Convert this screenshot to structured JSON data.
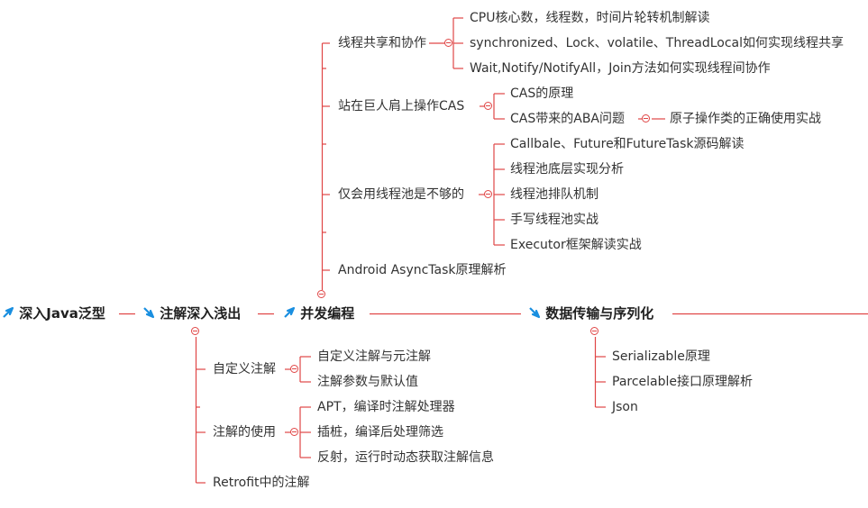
{
  "colors": {
    "line": "#e04646",
    "arrow": "#1a8fe0",
    "text": "#333333"
  },
  "main_nodes": [
    {
      "label": "深入Java泛型",
      "icon": "arrow-up-right-icon"
    },
    {
      "label": "注解深入浅出",
      "icon": "arrow-down-right-icon"
    },
    {
      "label": "并发编程",
      "icon": "arrow-up-right-icon"
    },
    {
      "label": "数据传输与序列化",
      "icon": "arrow-down-right-icon"
    }
  ],
  "concurrency": {
    "sharing": {
      "label": "线程共享和协作",
      "items": [
        "CPU核心数，线程数，时间片轮转机制解读",
        "synchronized、Lock、volatile、ThreadLocal如何实现线程共享",
        "Wait,Notify/NotifyAll，Join方法如何实现线程间协作"
      ]
    },
    "cas": {
      "label": "站在巨人肩上操作CAS",
      "items": [
        "CAS的原理",
        "CAS带来的ABA问题"
      ],
      "sub_item": "原子操作类的正确使用实战"
    },
    "pool": {
      "label": "仅会用线程池是不够的",
      "items": [
        "Callbale、Future和FutureTask源码解读",
        "线程池底层实现分析",
        "线程池排队机制",
        "手写线程池实战",
        "Executor框架解读实战"
      ]
    },
    "android": {
      "label": "Android AsyncTask原理解析"
    }
  },
  "annotation": {
    "custom": {
      "label": "自定义注解",
      "items": [
        "自定义注解与元注解",
        "注解参数与默认值"
      ]
    },
    "usage": {
      "label": "注解的使用",
      "items": [
        "APT，编译时注解处理器",
        "插桩，编译后处理筛选",
        "反射，运行时动态获取注解信息"
      ]
    },
    "retrofit": {
      "label": "Retrofit中的注解"
    }
  },
  "serialization": {
    "items": [
      "Serializable原理",
      "Parcelable接口原理解析",
      "Json"
    ]
  }
}
